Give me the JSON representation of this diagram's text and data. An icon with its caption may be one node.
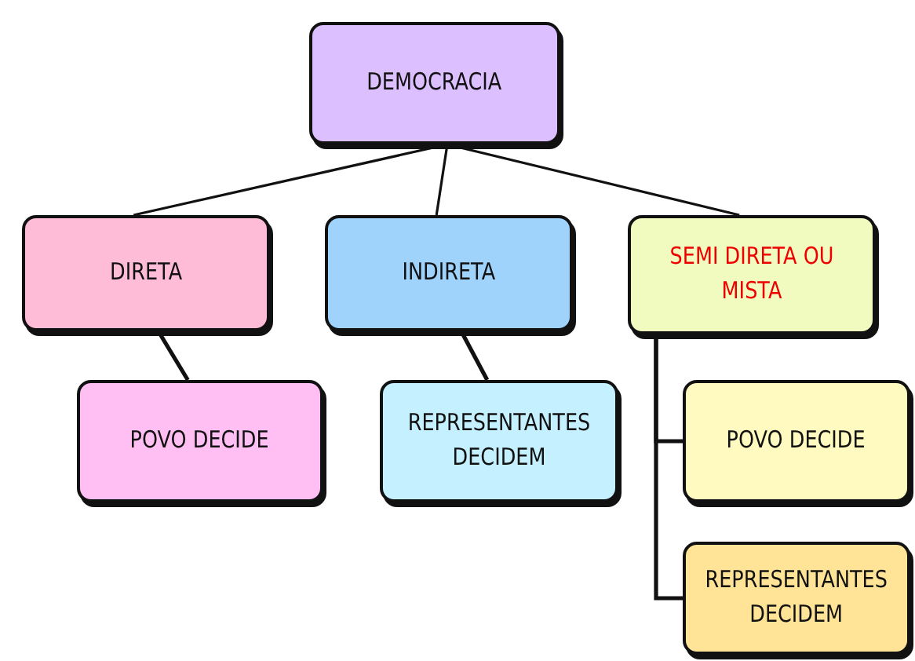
{
  "diagram": {
    "nodes": [
      {
        "text": [
          "DEMOCRACIA"
        ]
      },
      {
        "text": [
          "DIRETA"
        ]
      },
      {
        "text": [
          "INDIRETA"
        ]
      },
      {
        "text": [
          "SEMI DIRETA OU MISTA"
        ]
      },
      {
        "text": [
          "POVO DECIDE"
        ]
      },
      {
        "text": [
          "REPRESENTANTES DECIDEM"
        ]
      },
      {
        "text": [
          "POVO DECIDE"
        ]
      },
      {
        "text": [
          "REPRESENTANTES DECIDEM"
        ]
      }
    ],
    "edges": [
      {
        "from": 0,
        "to": 1,
        "arrow": "none"
      },
      {
        "from": 0,
        "to": 2,
        "arrow": "none"
      },
      {
        "from": 0,
        "to": 3,
        "arrow": "none"
      },
      {
        "from": 1,
        "to": 4,
        "arrow": "none"
      },
      {
        "from": 2,
        "to": 5,
        "arrow": "none"
      },
      {
        "from": 3,
        "to": 6,
        "arrow": "none"
      },
      {
        "from": 3,
        "to": 7,
        "arrow": "none"
      }
    ]
  }
}
